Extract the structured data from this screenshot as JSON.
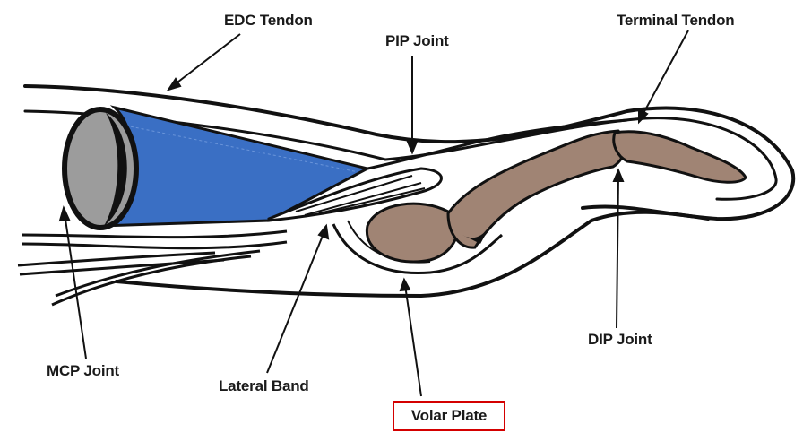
{
  "labels": {
    "edc_tendon": "EDC Tendon",
    "pip_joint": "PIP Joint",
    "terminal_tendon": "Terminal Tendon",
    "mcp_joint": "MCP Joint",
    "lateral_band": "Lateral Band",
    "dip_joint": "DIP Joint",
    "volar_plate": "Volar Plate"
  },
  "colors": {
    "muscle": "#3a6fc4",
    "bone": "#a08474",
    "joint": "#9c9c9c",
    "outline": "#111111",
    "highlight_box": "#d40000"
  }
}
